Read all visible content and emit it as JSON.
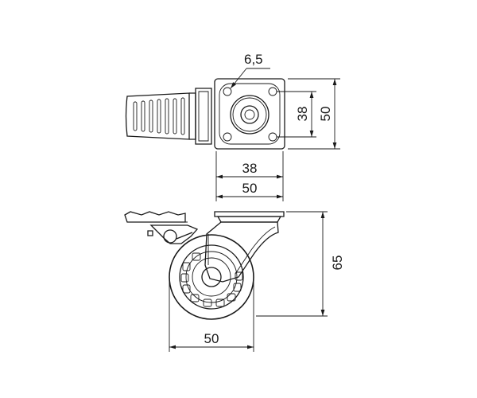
{
  "dimensions": {
    "hole_diameter": "6,5",
    "plate_hole_spacing_vertical": "38",
    "plate_size_vertical": "50",
    "plate_hole_spacing_horizontal": "38",
    "plate_size_horizontal": "50",
    "total_height": "65",
    "wheel_diameter": "50"
  }
}
